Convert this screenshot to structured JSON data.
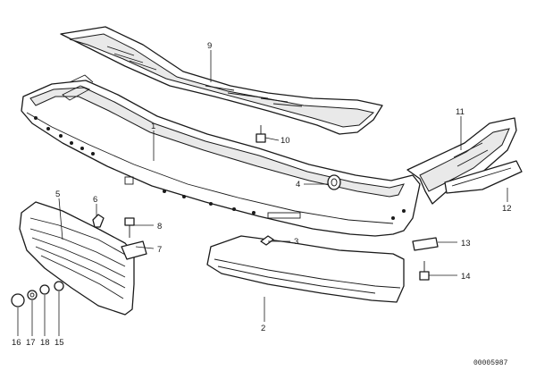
{
  "diagram": {
    "reference_number": "00005987",
    "callouts": [
      {
        "id": "1",
        "text": "1"
      },
      {
        "id": "2",
        "text": "2"
      },
      {
        "id": "3",
        "text": "3"
      },
      {
        "id": "4",
        "text": "4"
      },
      {
        "id": "5",
        "text": "5"
      },
      {
        "id": "6",
        "text": "6"
      },
      {
        "id": "7",
        "text": "7"
      },
      {
        "id": "8",
        "text": "8"
      },
      {
        "id": "9",
        "text": "9"
      },
      {
        "id": "10",
        "text": "10"
      },
      {
        "id": "11",
        "text": "11"
      },
      {
        "id": "12",
        "text": "12"
      },
      {
        "id": "13",
        "text": "13"
      },
      {
        "id": "14",
        "text": "14"
      },
      {
        "id": "15",
        "text": "15"
      },
      {
        "id": "16",
        "text": "16"
      },
      {
        "id": "17",
        "text": "17"
      },
      {
        "id": "18",
        "text": "18"
      }
    ]
  }
}
